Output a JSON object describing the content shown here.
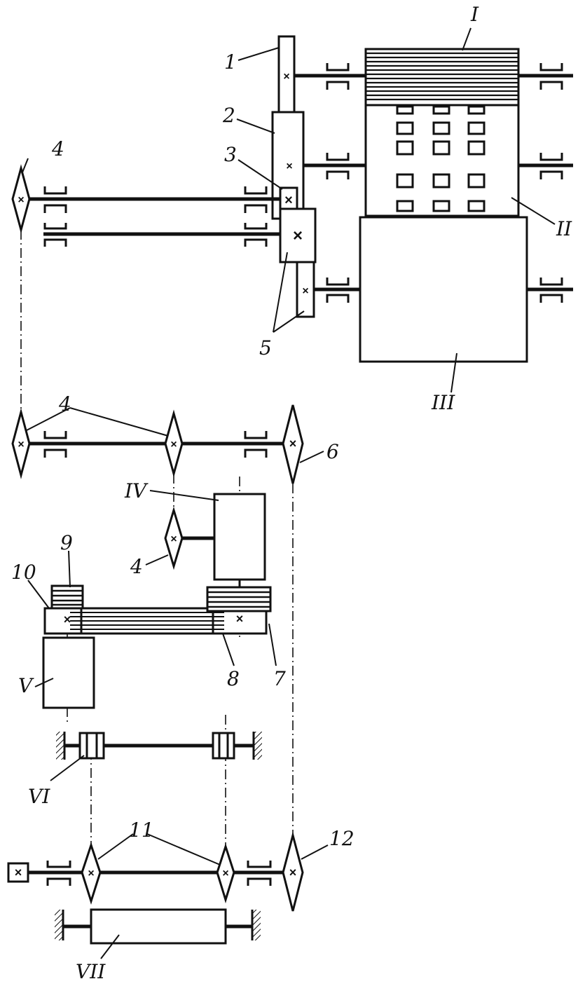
{
  "labels": {
    "roll_I": "I",
    "roll_II": "II",
    "roll_III": "III",
    "unit_IV": "IV",
    "motor_V": "V",
    "unit_VI": "VI",
    "roller_VII": "VII",
    "part_1": "1",
    "part_2": "2",
    "part_3": "3",
    "part_4_top": "4",
    "part_4_middle": "4",
    "part_4_lower": "4",
    "part_5": "5",
    "part_6": "6",
    "part_7": "7",
    "part_8": "8",
    "part_9": "9",
    "part_10": "10",
    "part_11": "11",
    "part_12": "12"
  },
  "colors": {
    "ink": "#111111",
    "background": "#ffffff"
  }
}
